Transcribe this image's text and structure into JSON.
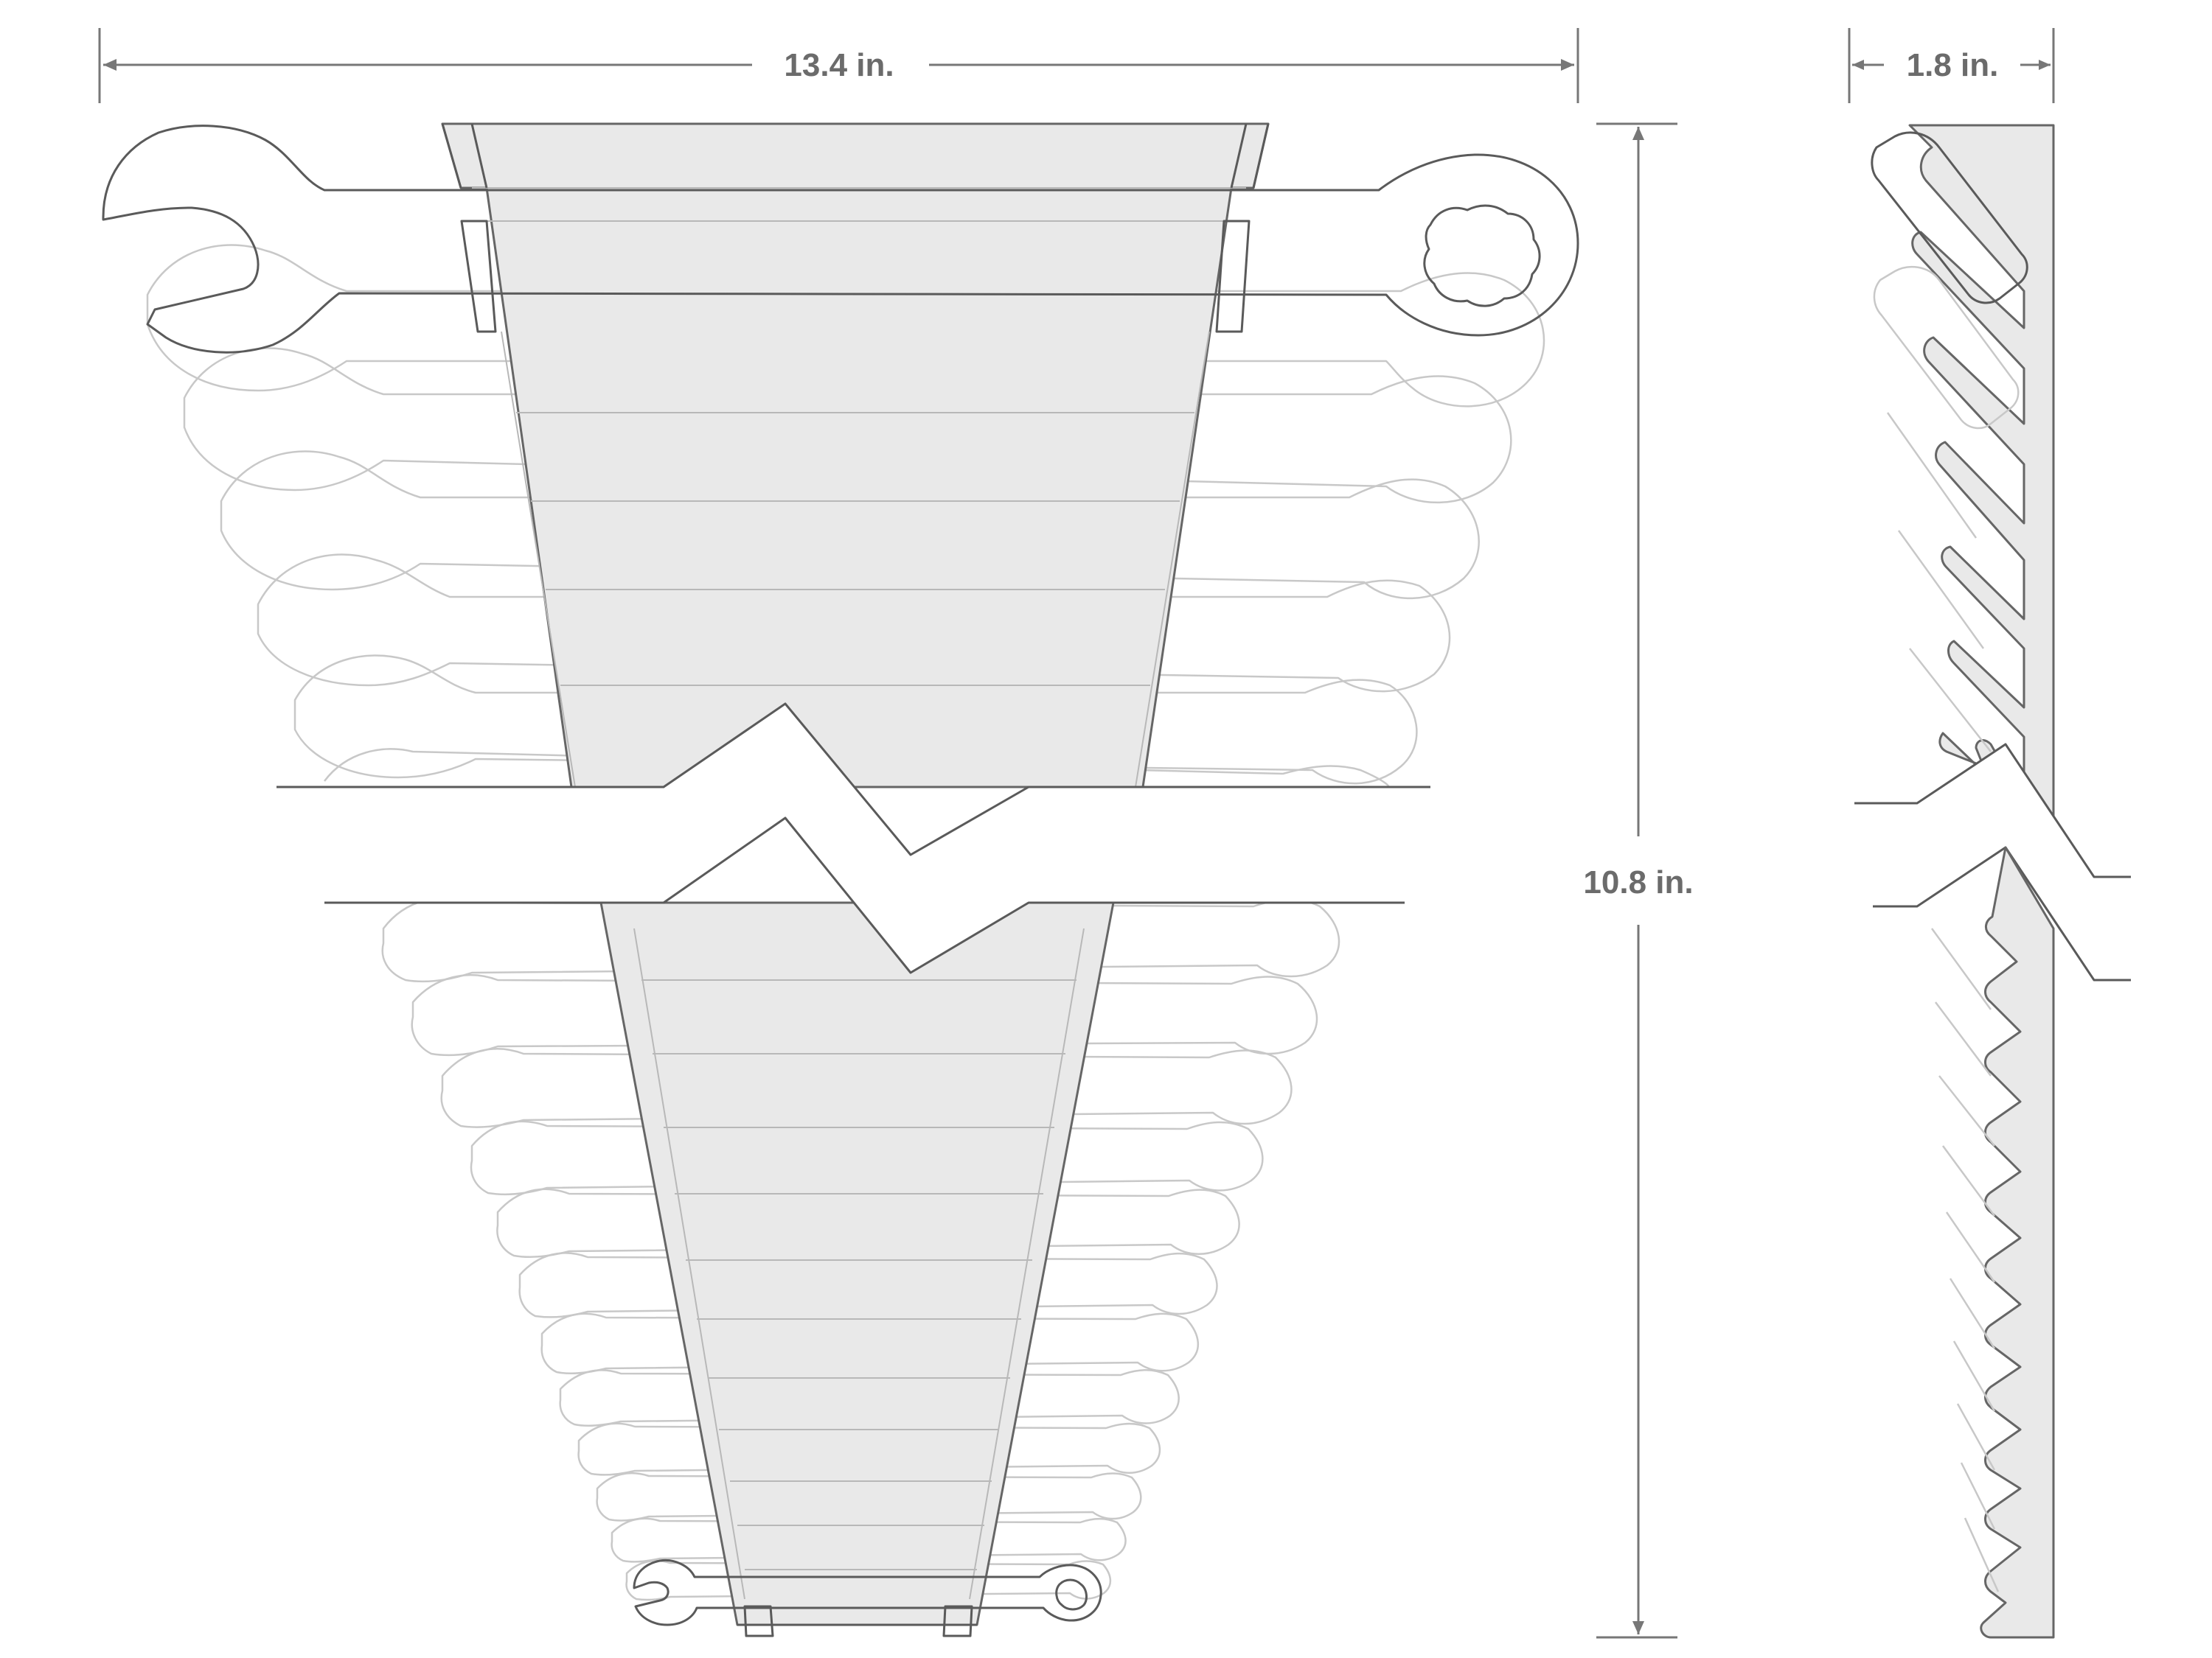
{
  "dimensions": {
    "width_label": "13.4 in.",
    "depth_label": "1.8 in.",
    "height_label": "10.8 in."
  },
  "colors": {
    "line": "#5a5a5a",
    "dimension_line": "#777777",
    "rack_fill": "#e9e9e9",
    "ghost_line": "#c8c8c8",
    "label": "#6b6b6b"
  },
  "views": {
    "front": {
      "wrench_count": 19
    },
    "side": {
      "slot_count": 19
    }
  }
}
